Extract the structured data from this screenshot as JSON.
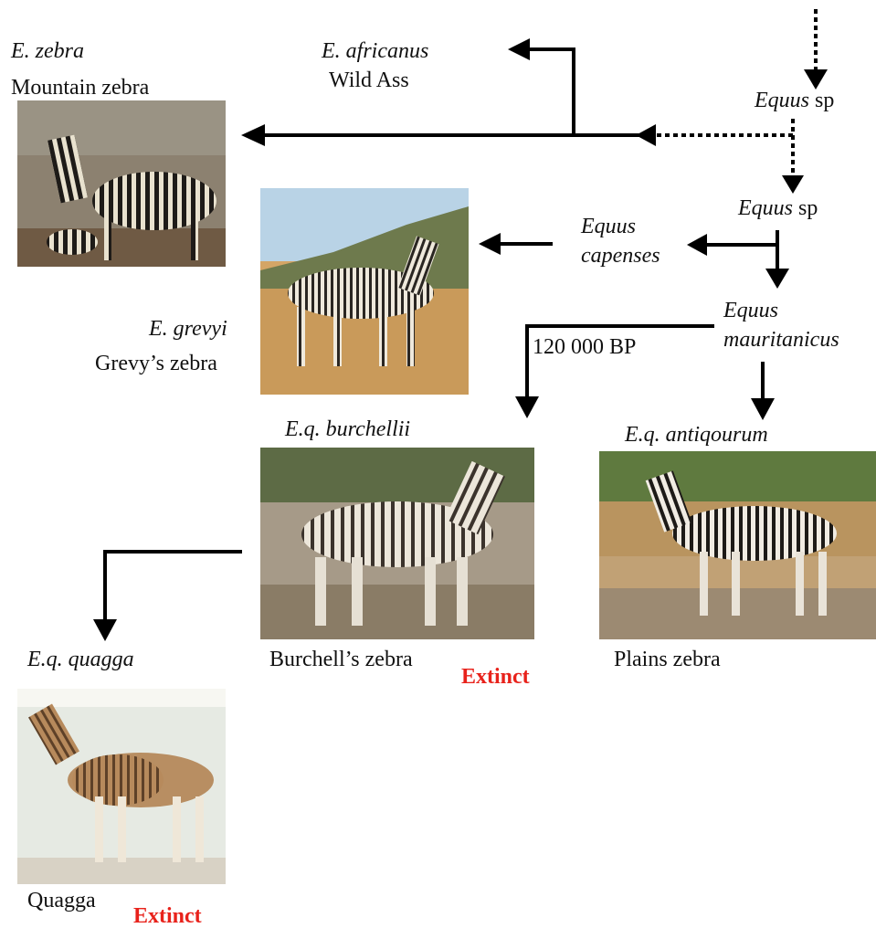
{
  "taxa": {
    "equus_sp_top": {
      "genus": "Equus",
      "rest": " sp"
    },
    "equus_sp_mid": {
      "genus": "Equus",
      "rest": " sp"
    },
    "e_africanus": {
      "latin": "E. africanus",
      "common": "Wild Ass"
    },
    "e_zebra": {
      "latin": "E. zebra",
      "common": "Mountain zebra"
    },
    "equus_capenses": {
      "line1": "Equus",
      "line2": "capenses"
    },
    "e_grevyi": {
      "latin": "E. grevyi",
      "common": "Grevy’s zebra"
    },
    "equus_mauritanicus": {
      "line1": "Equus",
      "line2": "mauritanicus"
    },
    "eq_burchellii": {
      "latin": "E.q. burchellii",
      "common": "Burchell’s zebra",
      "status": "Extinct"
    },
    "eq_antiqourum": {
      "latin": "E.q. antiqourum",
      "common": "Plains zebra"
    },
    "eq_quagga": {
      "latin": "E.q. quagga",
      "common": "Quagga",
      "status": "Extinct"
    }
  },
  "date_label": "120 000 BP",
  "colors": {
    "text": "#111111",
    "extinct": "#e8221b",
    "arrow": "#000000"
  }
}
